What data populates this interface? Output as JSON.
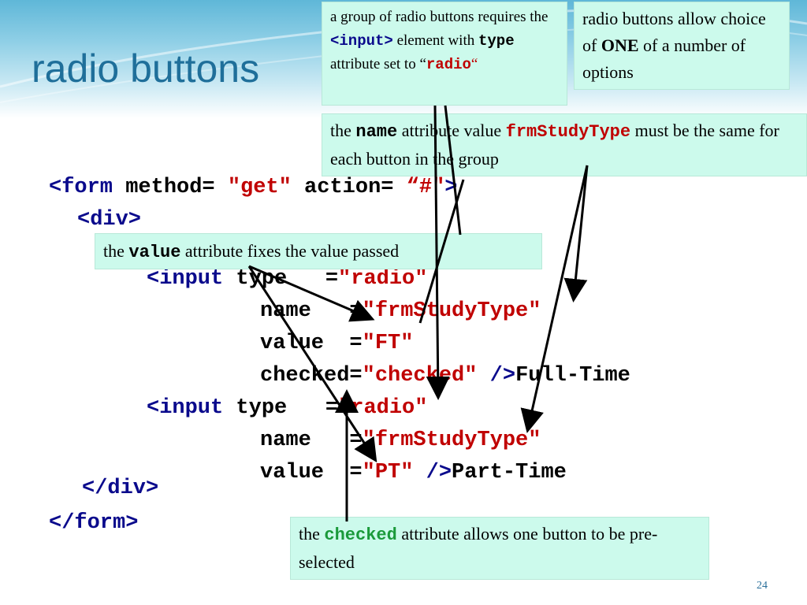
{
  "slide": {
    "title": "radio buttons",
    "page_number": "24"
  },
  "code": {
    "form_open_tag": "<form",
    "form_method_attr": " method= ",
    "form_method_val": "\"get\"",
    "form_action_attr": " action= ",
    "form_action_val": "“#\"",
    "form_close_bracket": ">",
    "div_open": "<div>",
    "input1_tag": "<input",
    "input1_type": " type   =",
    "input1_type_val": "\"radio\"",
    "input1_name": "name   =",
    "input1_name_val": "\"frmStudyType\"",
    "input1_value": "value  =",
    "input1_value_val": "\"FT\"",
    "input1_checked": "checked=",
    "input1_checked_val": "\"checked\"",
    "input1_close": " />",
    "input1_label": "Full-Time",
    "input2_tag": "<input",
    "input2_type": " type   =",
    "input2_type_val": "\"radio\"",
    "input2_name": "name   =",
    "input2_name_val": "\"frmStudyType\"",
    "input2_value": "value  =",
    "input2_value_val": "\"PT\"",
    "input2_close": " />",
    "input2_label": "Part-Time",
    "div_close": "</div>",
    "form_close": "</form>"
  },
  "notes": {
    "group": {
      "t1": "a group of radio buttons requires the ",
      "input_tag": "<input>",
      "t2": " element with ",
      "type_word": "type",
      "t3": " attribute set to “",
      "radio_word": "radio",
      "t4": "“"
    },
    "choice": {
      "t1": "radio buttons allow choice of ",
      "one": "ONE",
      "t2": " of a number of options"
    },
    "name": {
      "t1": "the ",
      "name_word": "name",
      "t2": "  attribute value ",
      "val": "frmStudyType",
      "t3": " must be the same for each button in the group"
    },
    "value": {
      "t1": "the ",
      "value_word": "value",
      "t2": "  attribute fixes the value passed"
    },
    "checked": {
      "t1": "the ",
      "checked_word": "checked",
      "t2": " attribute allows one button to be pre-selected"
    }
  },
  "colors": {
    "title": "#1f6f9a",
    "note_bg": "#ccfaec",
    "code_keyword": "#0a0a8c",
    "code_string": "#c00000",
    "checked_word": "#1a9a3a"
  }
}
